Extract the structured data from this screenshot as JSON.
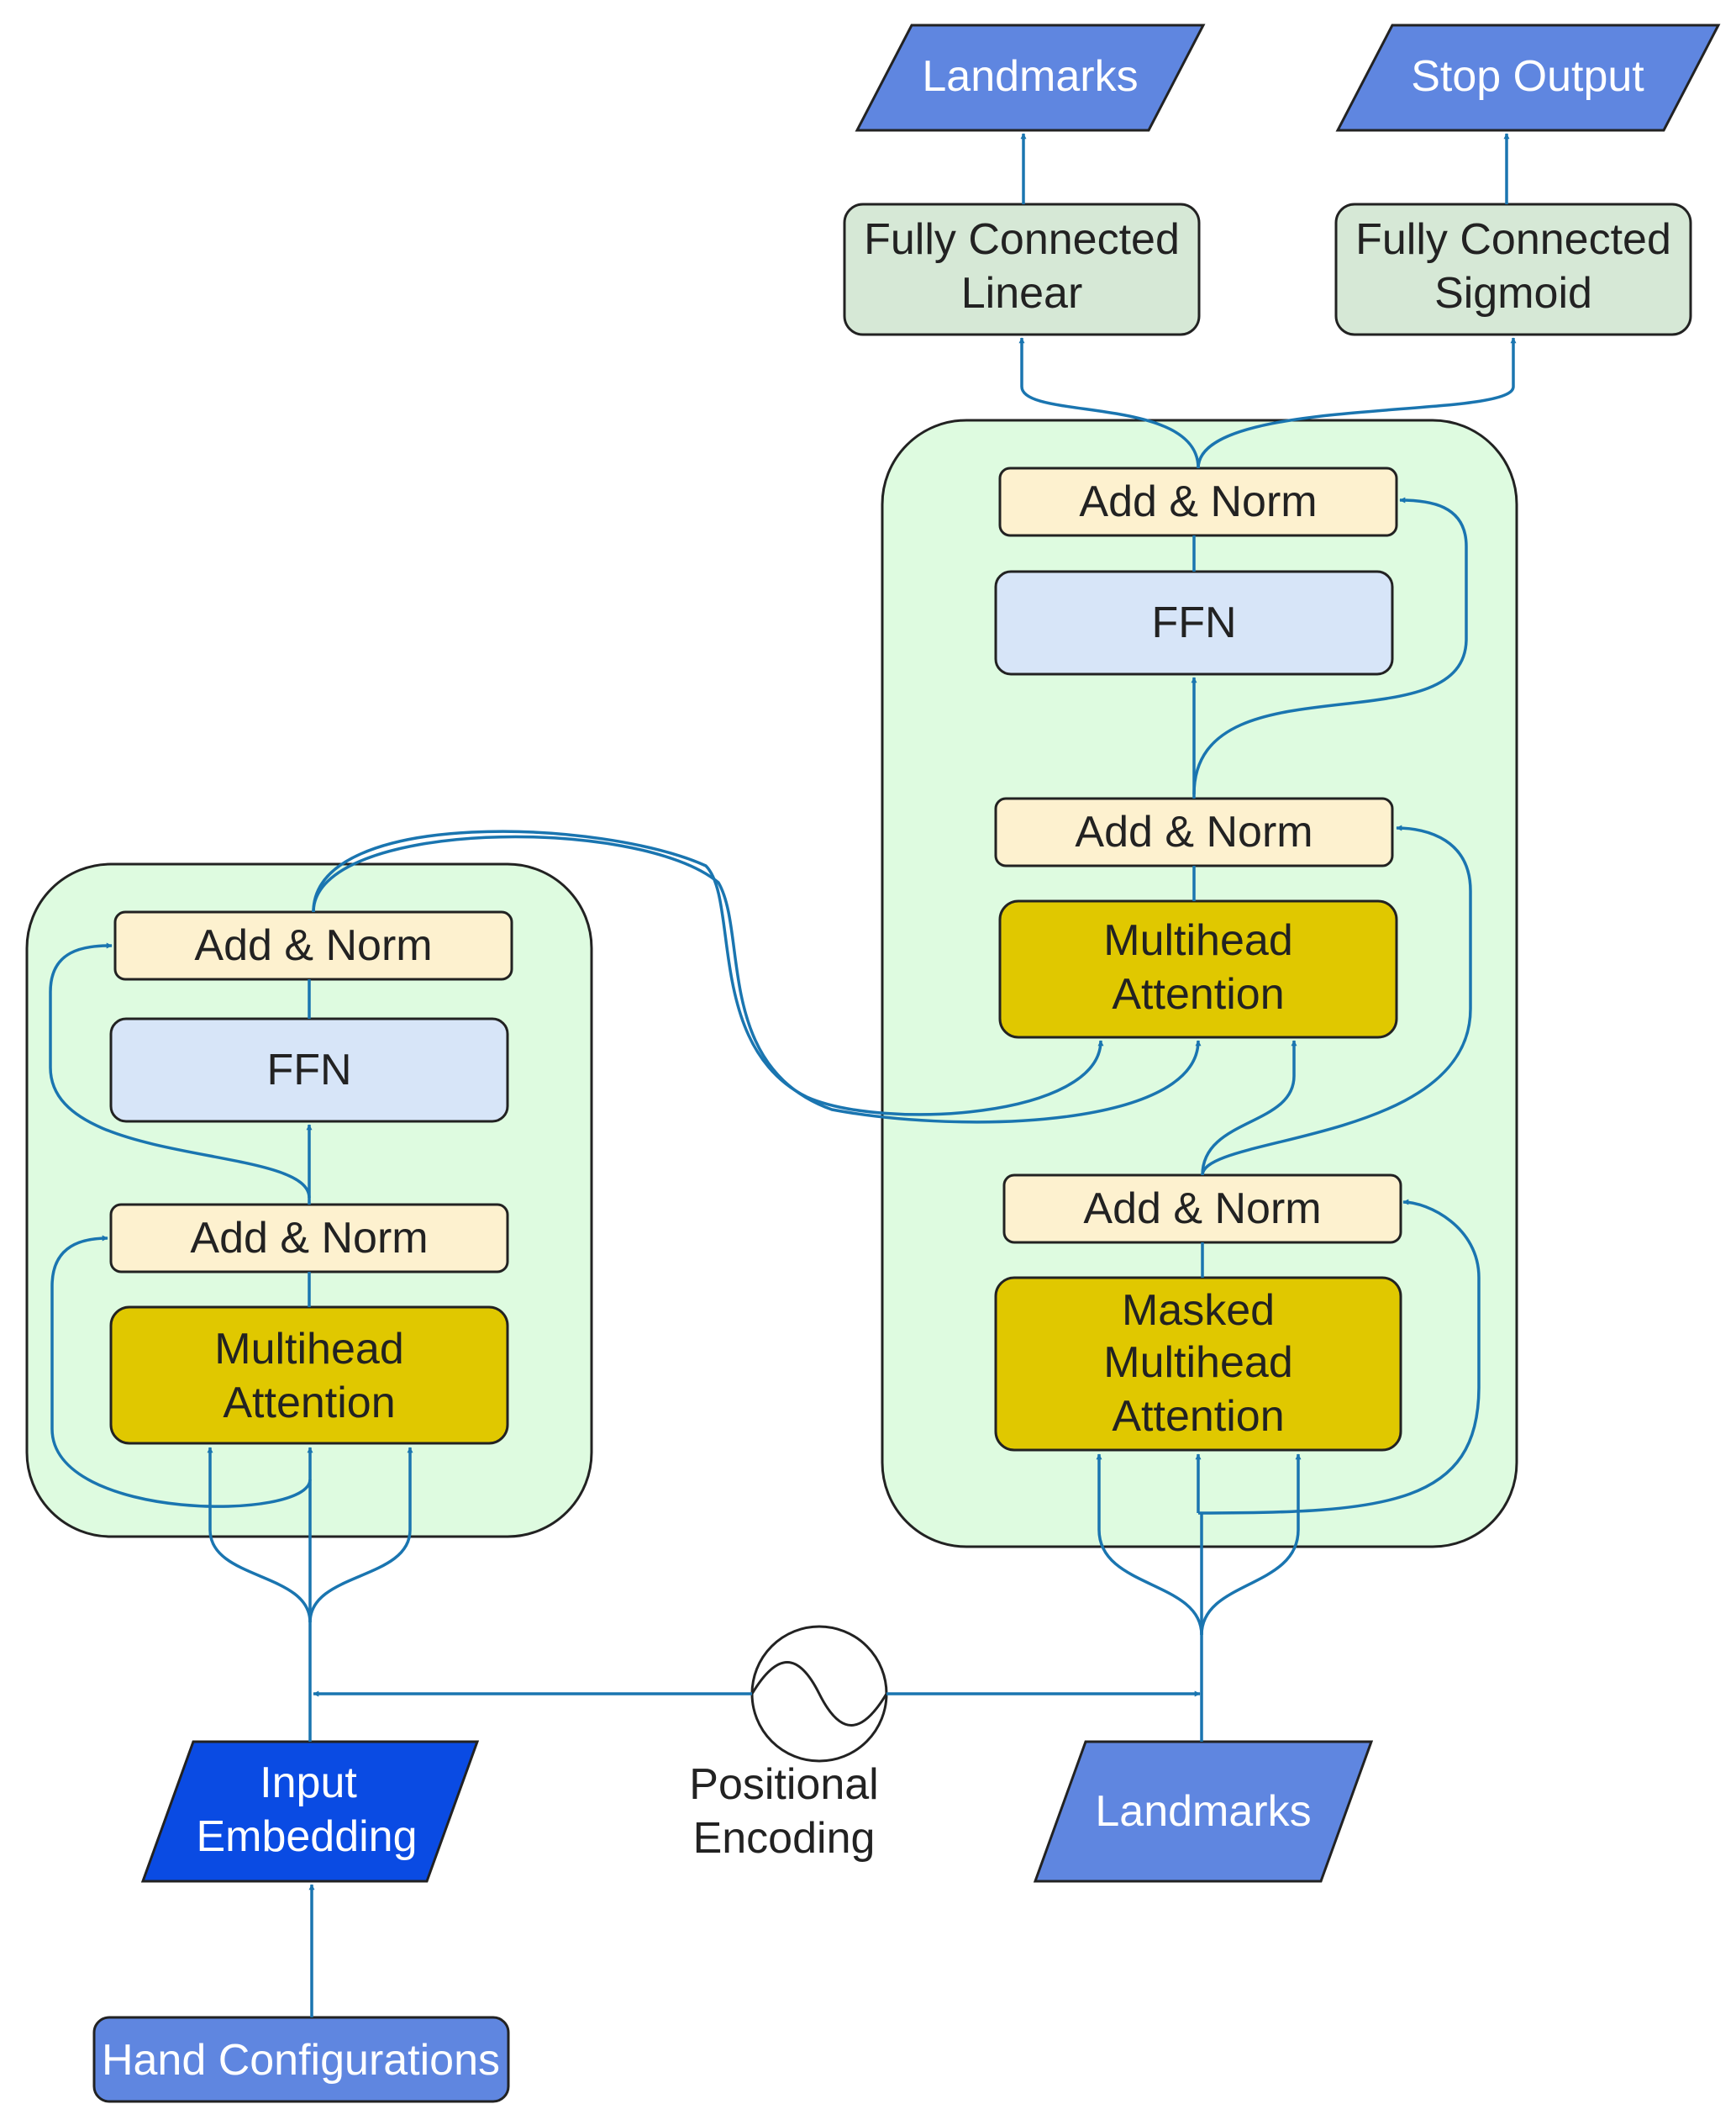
{
  "colors": {
    "panel_fill": "#defbe0",
    "add_norm_fill": "#fdf1cf",
    "ffn_fill": "#d7e5f8",
    "attention_fill": "#e0c800",
    "fc_fill": "#d6e8d6",
    "io_fill": "#5f86e0",
    "input_embedding_fill": "#0a4be3",
    "arrow": "#1a75b0"
  },
  "encoder": {
    "add_norm_top": "Add & Norm",
    "ffn": "FFN",
    "add_norm_bottom": "Add & Norm",
    "attention_line1": "Multihead",
    "attention_line2": "Attention"
  },
  "decoder": {
    "add_norm_top": "Add & Norm",
    "ffn": "FFN",
    "add_norm_middle": "Add & Norm",
    "cross_attention_line1": "Multihead",
    "cross_attention_line2": "Attention",
    "add_norm_bottom": "Add & Norm",
    "masked_attention_line1": "Masked",
    "masked_attention_line2": "Multihead",
    "masked_attention_line3": "Attention"
  },
  "heads": {
    "fc_linear_line1": "Fully Connected",
    "fc_linear_line2": "Linear",
    "fc_sigmoid_line1": "Fully Connected",
    "fc_sigmoid_line2": "Sigmoid"
  },
  "outputs": {
    "landmarks": "Landmarks",
    "stop_output": "Stop Output"
  },
  "inputs": {
    "input_embedding_line1": "Input",
    "input_embedding_line2": "Embedding",
    "hand_configurations": "Hand Configurations",
    "decoder_landmarks": "Landmarks"
  },
  "positional_encoding": {
    "line1": "Positional",
    "line2": "Encoding"
  },
  "icons": {
    "positional_encoding": "sine-wave-icon"
  }
}
